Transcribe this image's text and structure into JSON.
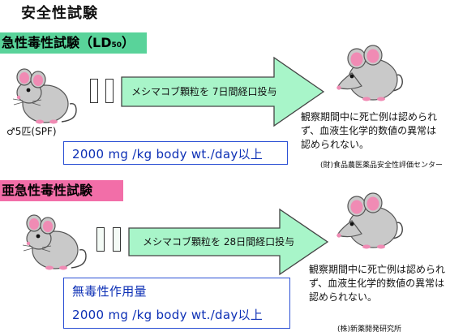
{
  "page": {
    "title": "安全性試験"
  },
  "acute": {
    "heading_main": "急性毒性試験（LD",
    "heading_sub": "50",
    "heading_close": "）",
    "arrow_label": "メシマコブ顆粒を  7日間経口投与",
    "mouse_caption": "♂5匹(SPF)",
    "observation": "観察期間中に死亡例は認められず、血液生化学的数値の異常は認められない。",
    "result": "2000 mg /kg body wt./day以上",
    "credit": "(財)食品農医薬品安全性評価センター"
  },
  "subacute": {
    "heading": "亜急性毒性試験",
    "arrow_label": "メシマコブ顆粒を  28日間経口投与",
    "observation": "観察期間中に死亡例は認められず、血液生化学的数値の異常は認められない。",
    "result_title": "無毒性作用量",
    "result": "2000 mg /kg body wt./day以上",
    "credit": "(株)新薬開発研究所"
  },
  "colors": {
    "acute_band": "#59d39a",
    "subacute_band": "#f26ea8",
    "arrow_fill": "#a8f5c9",
    "result_text": "#0c2fb5"
  }
}
